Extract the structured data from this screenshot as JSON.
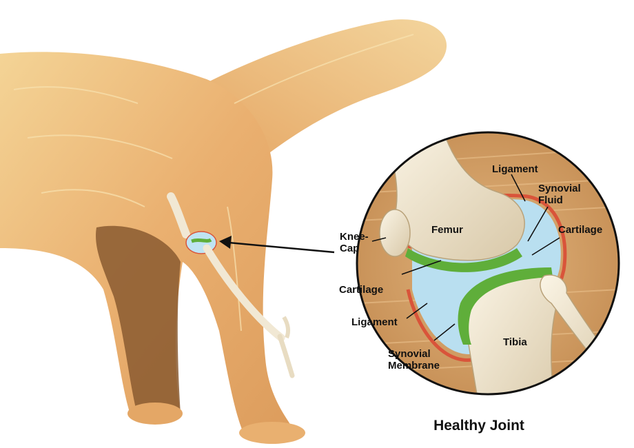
{
  "labels": {
    "ligament_top": "Ligament",
    "synovial_fluid": "Synovial\nFluid",
    "cartilage_right": "Cartilage",
    "femur": "Femur",
    "knee_cap": "Knee-\nCap",
    "cartilage_left": "Cartilage",
    "ligament_left": "Ligament",
    "tibia": "Tibia",
    "synovial_membrane": "Synovial\nMembrane"
  },
  "caption": "Healthy Joint",
  "colors": {
    "fur": "#e9b676",
    "fur_light": "#f3d79a",
    "fur_dark": "#7a4a25",
    "bone": "#efe6d2",
    "cartilage": "#5fae3a",
    "synovial_fluid": "#b9dff0",
    "ligament": "#d9543a",
    "lens_bg": "#d7a36a"
  }
}
